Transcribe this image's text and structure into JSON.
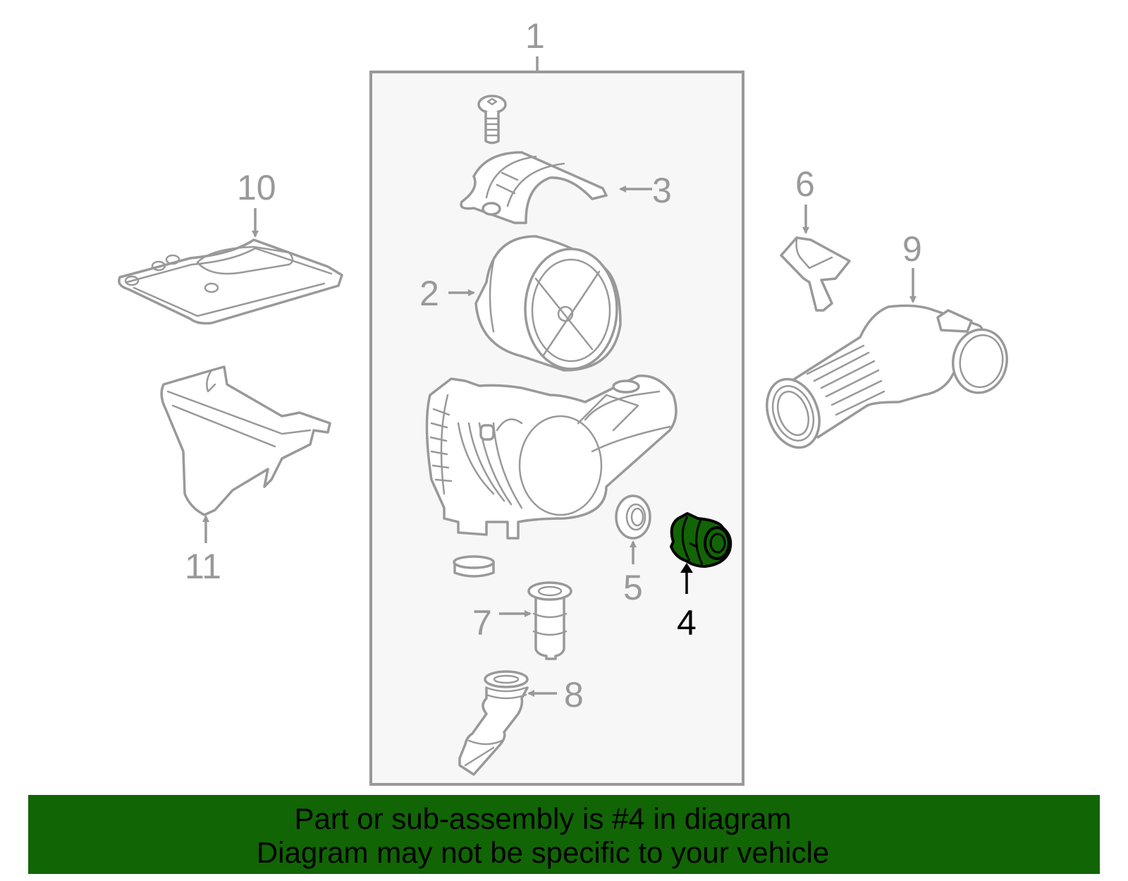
{
  "diagram": {
    "title": "Air cleaner assembly exploded parts diagram",
    "assembly_box": {
      "label": "1",
      "color_border": "#999999",
      "color_fill": "#f7f7f7"
    },
    "callouts": [
      {
        "number": "1",
        "highlighted": false
      },
      {
        "number": "2",
        "highlighted": false
      },
      {
        "number": "3",
        "highlighted": false
      },
      {
        "number": "4",
        "highlighted": true
      },
      {
        "number": "5",
        "highlighted": false
      },
      {
        "number": "6",
        "highlighted": false
      },
      {
        "number": "7",
        "highlighted": false
      },
      {
        "number": "8",
        "highlighted": false
      },
      {
        "number": "9",
        "highlighted": false
      },
      {
        "number": "10",
        "highlighted": false
      },
      {
        "number": "11",
        "highlighted": false
      }
    ],
    "highlight_color": "#116505",
    "line_color": "#999999"
  },
  "banner": {
    "line1": "Part or sub-assembly is #4 in diagram",
    "line2": "Diagram may not be specific to your vehicle",
    "background": "#116505"
  }
}
